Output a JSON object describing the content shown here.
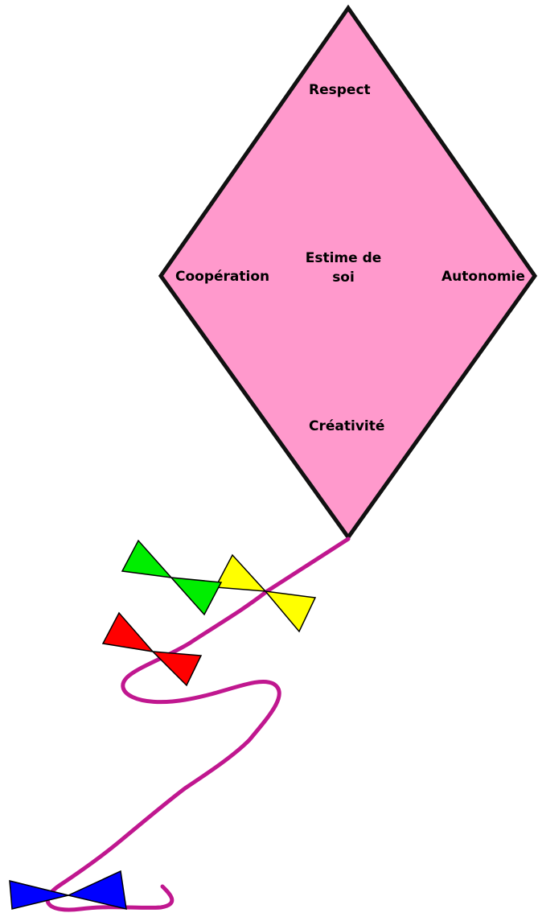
{
  "labels": {
    "top": "Respect",
    "left": "Coopération",
    "center_line1": "Estime de",
    "center_line2": "soi",
    "right": "Autonomie",
    "bottom": "Créativité"
  },
  "colors": {
    "kite_fill": "#ff99cc",
    "kite_outline": "#111111",
    "string": "#c0178f",
    "bow_1": "#ffff00",
    "bow_2": "#ff0000",
    "bow_3": "#00ee00",
    "bow_4": "#0000ff"
  }
}
